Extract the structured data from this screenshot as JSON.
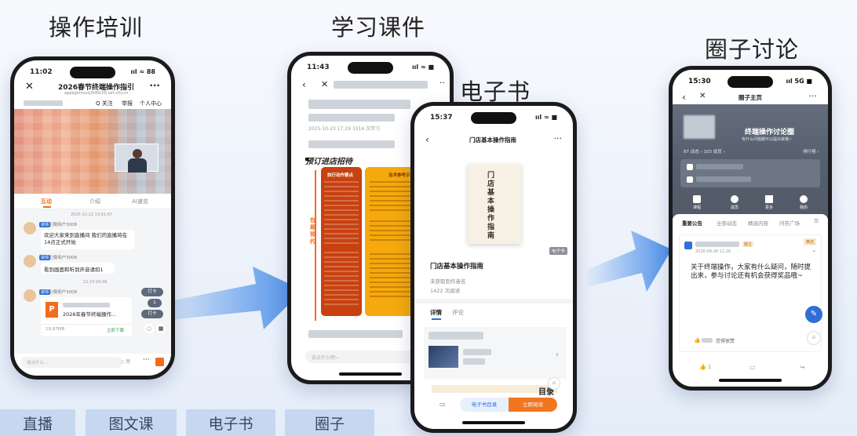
{
  "headings": {
    "training": "操作培训",
    "courseware": "学习课件",
    "ebook": "电子书",
    "circle": "圈子讨论"
  },
  "bottom_tabs": [
    "直播",
    "图文课",
    "电子书",
    "圈子"
  ],
  "phone1": {
    "time": "11:02",
    "signal": "ııl ≈ 88",
    "title": "2026春节终端操作指引",
    "subtitle": "appbgvmsxxj3069.h5.xet.citv.cn",
    "top_actions": [
      "Q 关注",
      "举报",
      "个人中心"
    ],
    "tabs": [
      "互动",
      "介绍",
      "AI速览"
    ],
    "time_stamp1": "2025-12-22 13:61:67",
    "time_stamp2": "12-23 09:46",
    "user_badge": "讲师",
    "user_name": "企微用户3008",
    "msg1": "欢迎大家来到直播间 我们的直播将在14点正式开始",
    "msg2": "看到画面和听到声音请扣1",
    "file_name": "2026年春节终端操作...",
    "file_size": "19.87MB",
    "file_download": "立即下载",
    "side_btns": [
      "打卡",
      "1",
      "打卡"
    ],
    "input_placeholder": "说点什么...",
    "input_right": "○ 赞"
  },
  "phone2": {
    "time": "11:43",
    "signal": "ııl ≈ ■",
    "meta": "2025-10-23 17:29  3314 次学习",
    "section_title": "预订进店招待",
    "col1_title": "执行动作要点",
    "col2_title": "话术参考示例",
    "side_label": "包厢预约",
    "input_placeholder": "说点什么吧~"
  },
  "phone3": {
    "time": "15:37",
    "signal": "ııl ≈ ■",
    "nav_title": "门店基本操作指南",
    "cover_text": "门店基本操作指南",
    "ebook_tag": "电子书",
    "book_title": "门店基本操作指南",
    "author": "未获取到作者名",
    "reads": "1422 次阅读",
    "tabs": [
      "详情",
      "评论"
    ],
    "btn_catalog": "电子书目录",
    "btn_read": "立即阅读",
    "big_char": "目录"
  },
  "phone4": {
    "time": "15:30",
    "signal": "ııl 5G ■",
    "nav_title": "圈子主页",
    "group_name": "终端操作讨论圈",
    "group_slogan": "有什么问题都可以提出来哦~",
    "stats": "87 动态 ›  103 成员 ›",
    "rank": "排行榜 ›",
    "menu": [
      "课程",
      "成员",
      "更多",
      "我的"
    ],
    "feed_tabs": [
      "重要公告",
      "全部动态",
      "精选内容",
      "问答广场"
    ],
    "post_badge": "圈主",
    "post_tag": "精选",
    "post_date": "2026-08-28 11:26",
    "post_text": "关于终端操作，大家有什么疑问，随时提出来，参与讨论还有机会获得奖品哦~",
    "like_text": "觉得很赞",
    "like_count": "1"
  },
  "colors": {
    "accent_orange": "#f36b1c",
    "accent_blue": "#2f6fd6",
    "arrow_blue": "#4d8fe8",
    "tab_bg": "#c5d8f0"
  }
}
